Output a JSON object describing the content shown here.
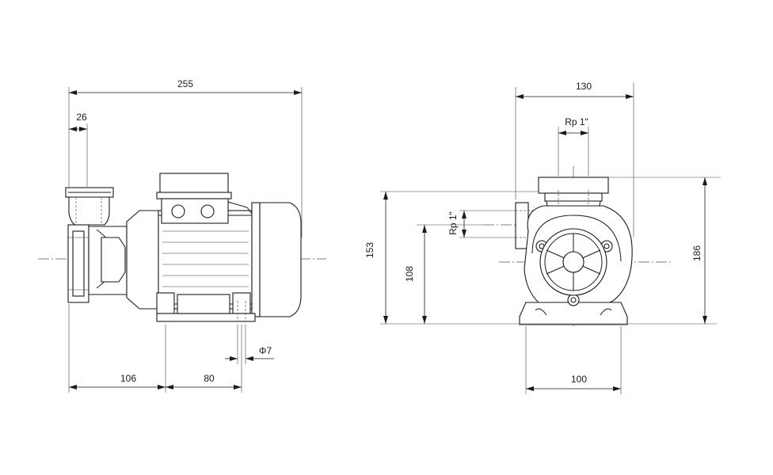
{
  "side_view": {
    "dim_overall_length": "255",
    "dim_inlet_offset": "26",
    "dim_foot_offset": "106",
    "dim_foot_spacing": "80",
    "dim_hole_diameter": "Φ7"
  },
  "front_view": {
    "dim_width": "130",
    "dim_outlet_thread": "Rp 1\"",
    "dim_inlet_thread": "Rp 1\"",
    "dim_total_height": "186",
    "dim_outlet_height": "153",
    "dim_axis_height": "108",
    "dim_foot_spacing": "100"
  }
}
